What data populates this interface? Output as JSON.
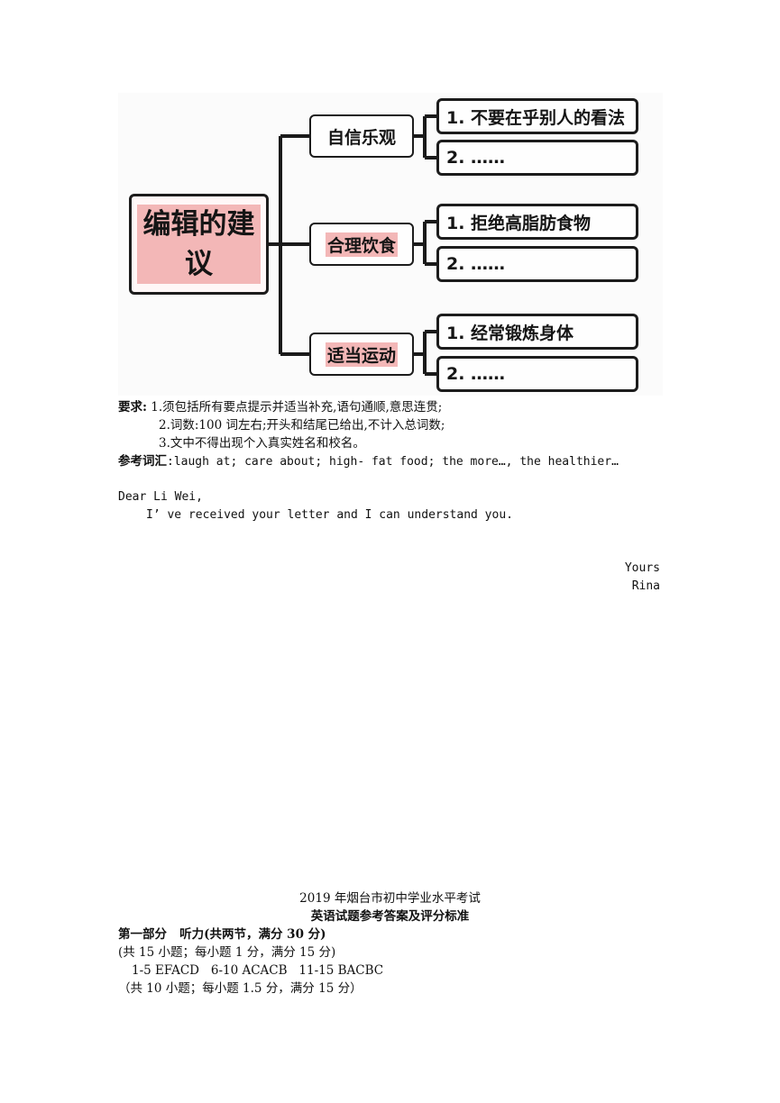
{
  "mindmap": {
    "root": "编辑的建议",
    "categories": [
      {
        "label": "自信乐观",
        "items": [
          "1. 不要在乎别人的看法",
          "2. ……"
        ]
      },
      {
        "label": "合理饮食",
        "items": [
          "1. 拒绝高脂肪食物",
          "2. ……"
        ]
      },
      {
        "label": "适当运动",
        "items": [
          "1. 经常锻炼身体",
          "2. ……"
        ]
      }
    ]
  },
  "requirements": {
    "heading": "要求:",
    "items": [
      "1.须包括所有要点提示并适当补充,语句通顺,意思连贯;",
      "2.词数:100 词左右;开头和结尾已给出,不计入总词数;",
      "3.文中不得出现个入真实姓名和校名。"
    ]
  },
  "vocab": {
    "heading": "参考词汇",
    "text": ":laugh at; care about; high- fat food; the more…, the healthier…"
  },
  "letter": {
    "salutation": "Dear Li Wei,",
    "opening": "I’ ve received your letter and I can understand you.",
    "closing": "Yours",
    "signature": "Rina"
  },
  "answer": {
    "title": "2019 年烟台市初中学业水平考试",
    "subtitle": "英语试题参考答案及评分标准",
    "part1_heading": "第一部分   听力(共两节，满分 30 分)",
    "section1_note": "(共 15 小题；每小题 1 分，满分 15 分)",
    "section1_answers": "1-5 EFACD   6-10 ACACB   11-15 BACBC",
    "section2_note": "（共 10 小题；每小题 1.5 分，满分 15 分）"
  }
}
